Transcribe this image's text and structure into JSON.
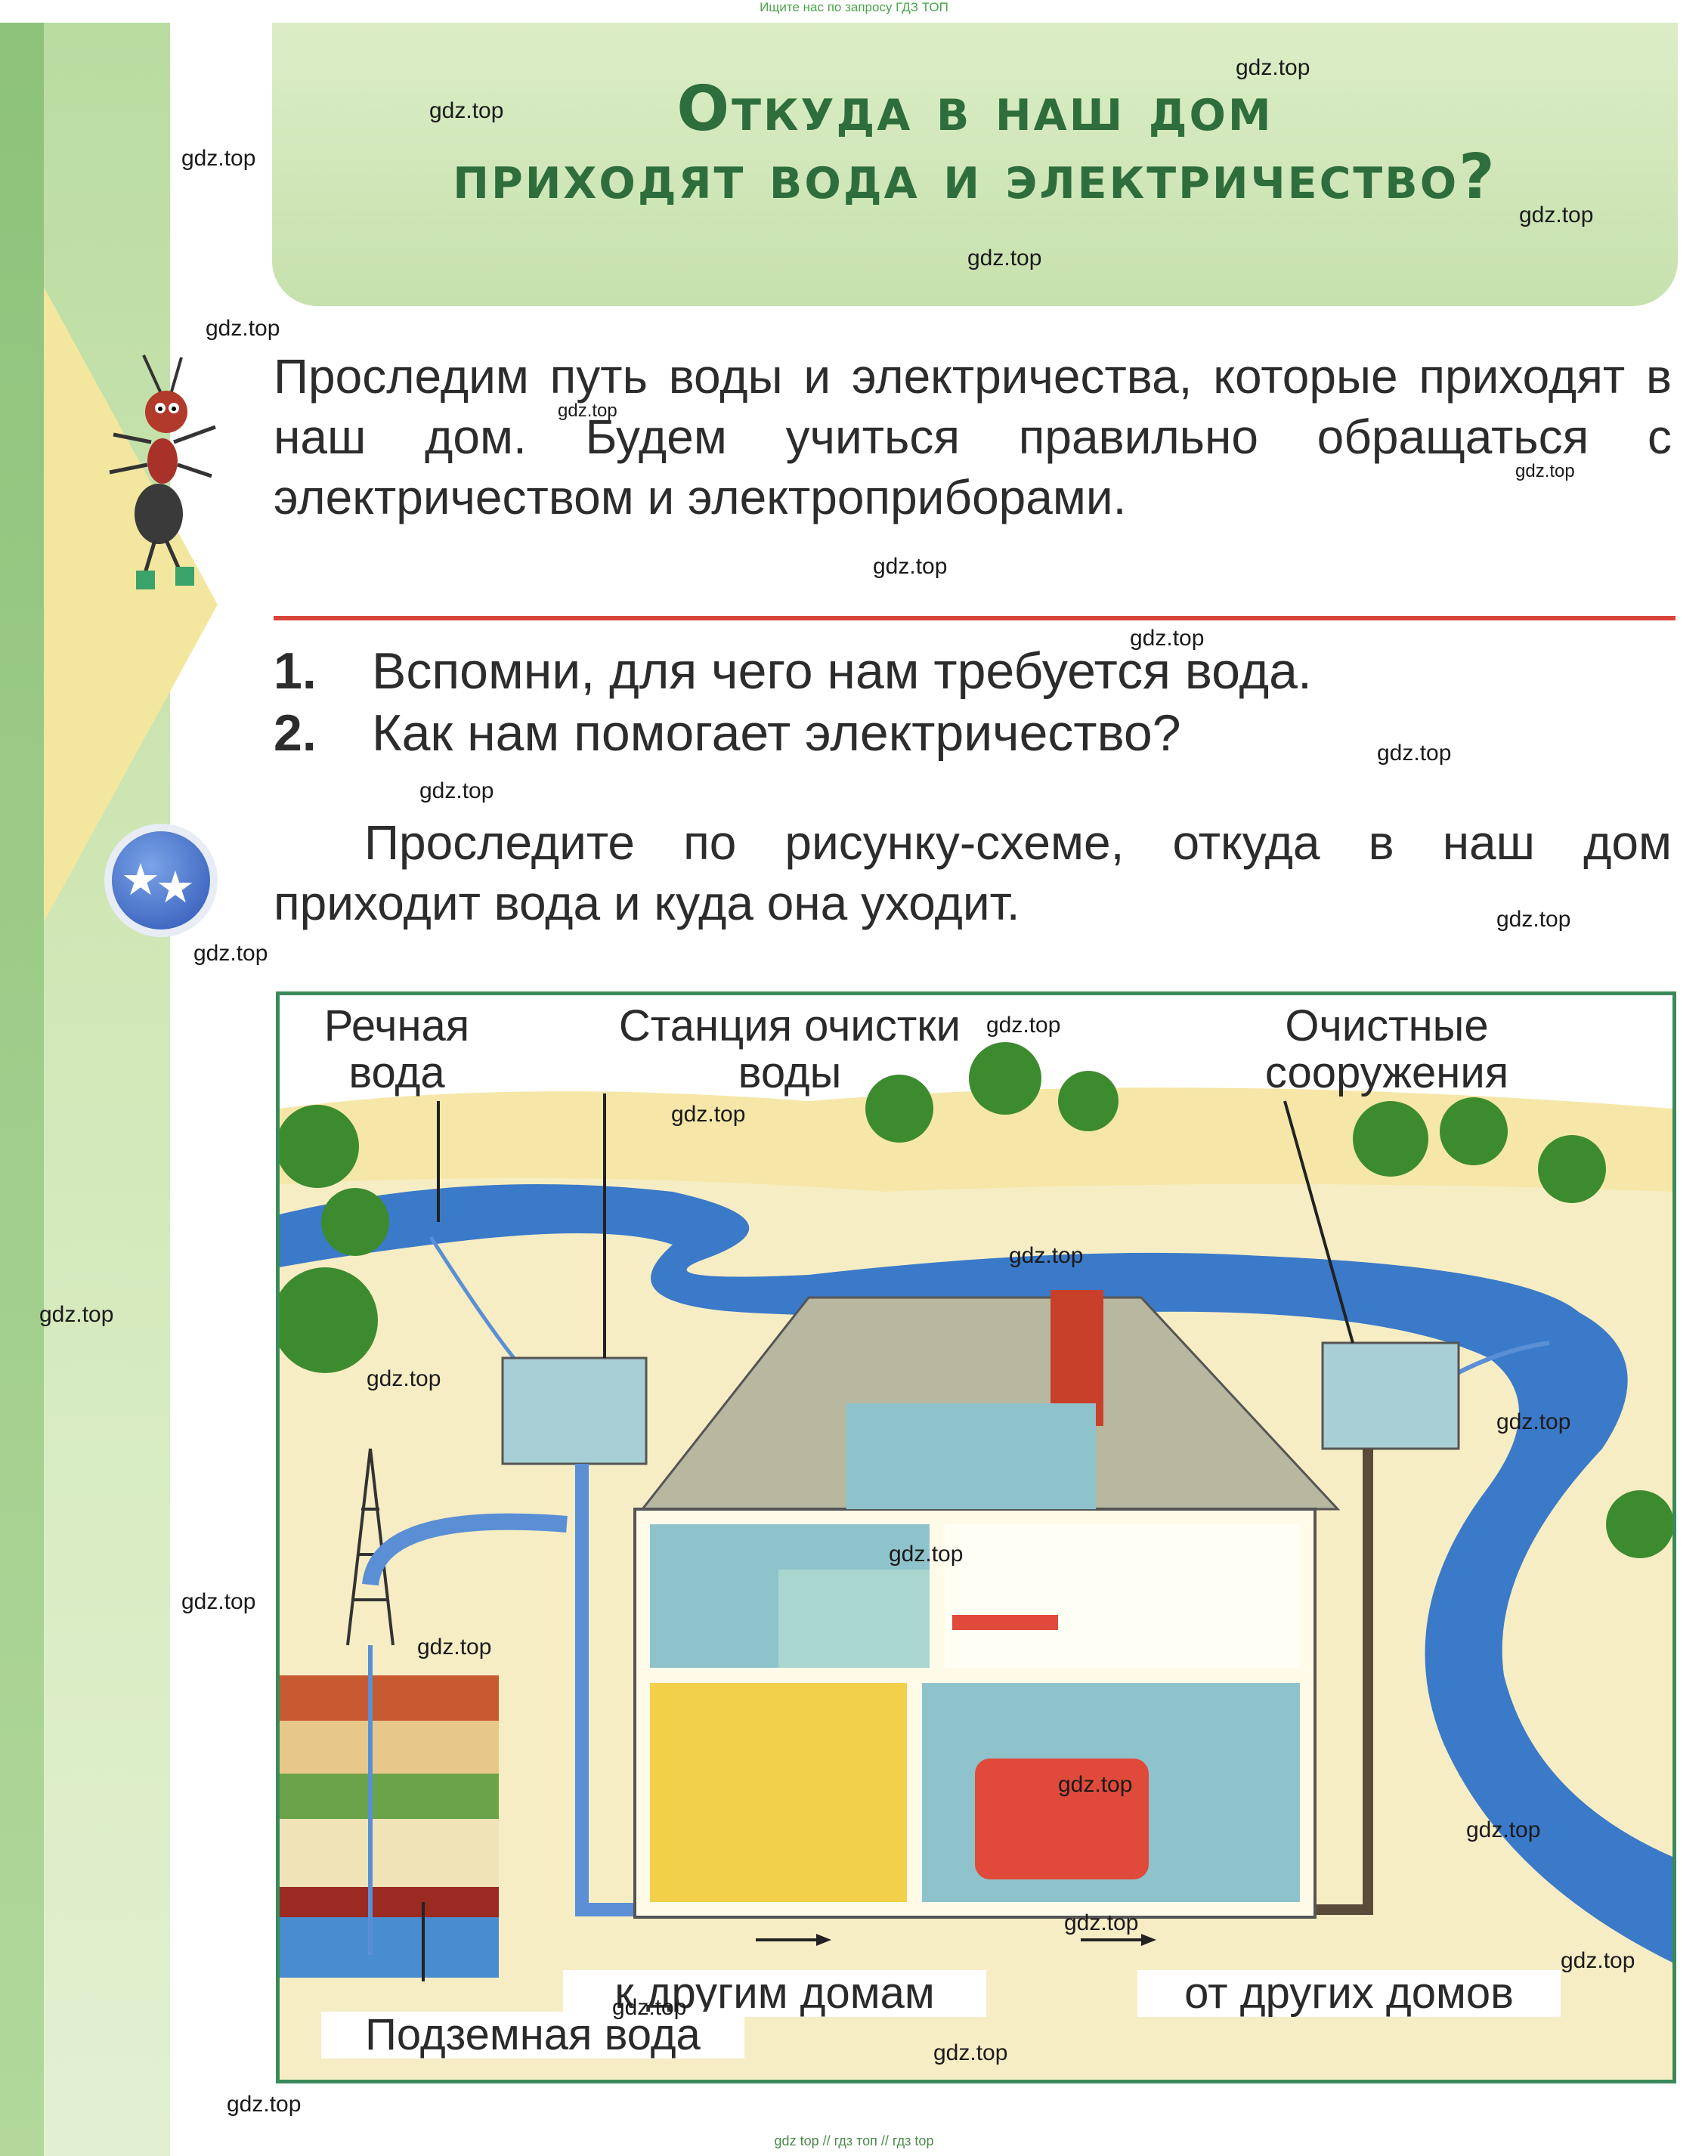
{
  "top_banner": "Ищите нас по запросу ГДЗ ТОП",
  "title": {
    "line1": "Откуда в наш дом",
    "line2": "приходят вода и электричество?"
  },
  "intro": "Проследим путь воды и электричества, которые приходят в наш дом. Будем учиться правильно обращаться с электричеством и электроприборами.",
  "questions": [
    {
      "num": "1.",
      "text": "Вспомни, для чего нам требуется вода."
    },
    {
      "num": "2.",
      "text": "Как нам помогает электричество?"
    }
  ],
  "task": "Проследите по рисунку-схеме, откуда в наш дом приходит вода и куда она уходит.",
  "diagram": {
    "river_water": [
      "Речная",
      "вода"
    ],
    "treatment_station": [
      "Станция очистки",
      "воды"
    ],
    "sewage_plant": [
      "Очистные",
      "сооружения"
    ],
    "to_other_houses": "к другим домам",
    "from_other_houses": "от других домов",
    "ground_water": "Подземная вода"
  },
  "watermark": "gdz.top",
  "footer": "gdz top  //  гдз топ  //  гдз top",
  "colors": {
    "title": "#2e6e3c",
    "rule": "#d9443a",
    "river": "#3a7ac8",
    "pipe": "#5a8fd6",
    "frame": "#3a8a5a"
  }
}
